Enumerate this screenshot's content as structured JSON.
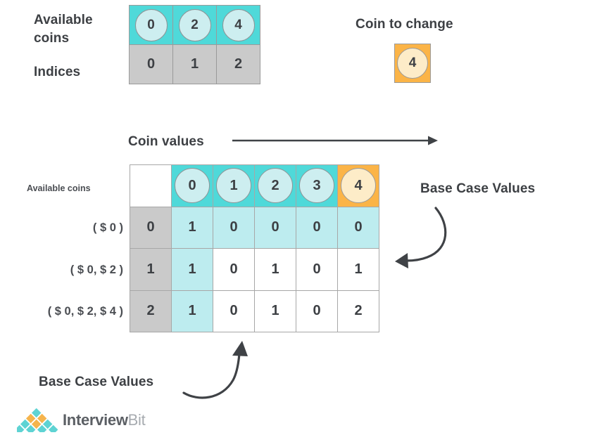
{
  "top_section": {
    "available_coins_label": "Available\ncoins",
    "indices_label": "Indices",
    "coins": [
      "0",
      "2",
      "4"
    ],
    "indices": [
      "0",
      "1",
      "2"
    ],
    "coin_to_change_label": "Coin to change",
    "coin_to_change_value": "4"
  },
  "main": {
    "coin_values_label": "Coin values",
    "available_coins_label": "Available coins",
    "row_labels": [
      "( $ 0 )",
      "( $ 0, $ 2 )",
      "( $ 0, $ 2, $ 4 )"
    ],
    "row_indices": [
      "0",
      "1",
      "2"
    ],
    "column_headers": [
      "0",
      "1",
      "2",
      "3",
      "4"
    ],
    "target_column_header": "4",
    "cells": [
      [
        "1",
        "0",
        "0",
        "0",
        "0"
      ],
      [
        "1",
        "0",
        "1",
        "0",
        "1"
      ],
      [
        "1",
        "0",
        "1",
        "0",
        "2"
      ]
    ]
  },
  "annotations": {
    "base_case_right": "Base Case Values",
    "base_case_bottom": "Base Case Values"
  },
  "logo": {
    "name_dark": "Interview",
    "name_light": "Bit"
  },
  "colors": {
    "teal": "#4fd9d9",
    "light_teal": "#bdecef",
    "coin_fill": "#cdeef0",
    "orange": "#fbb447",
    "target_coin_fill": "#fdecc8",
    "grey": "#cacaca",
    "text": "#3d4044",
    "arrow": "#3f4246"
  },
  "chart_data": {
    "type": "table",
    "title": "Coin change dynamic programming table",
    "column_headers": [
      "0",
      "1",
      "2",
      "3",
      "4"
    ],
    "row_headers": [
      "( $ 0 )",
      "( $ 0, $ 2 )",
      "( $ 0, $ 2, $ 4 )"
    ],
    "row_indices": [
      "0",
      "1",
      "2"
    ],
    "values": [
      [
        1,
        0,
        0,
        0,
        0
      ],
      [
        1,
        0,
        1,
        0,
        1
      ],
      [
        1,
        0,
        1,
        0,
        2
      ]
    ],
    "xlabel": "Coin values",
    "ylabel": "Available coins",
    "annotations": [
      "Base Case Values",
      "Base Case Values"
    ],
    "available_coins": [
      0,
      2,
      4
    ],
    "coin_to_change": 4
  }
}
